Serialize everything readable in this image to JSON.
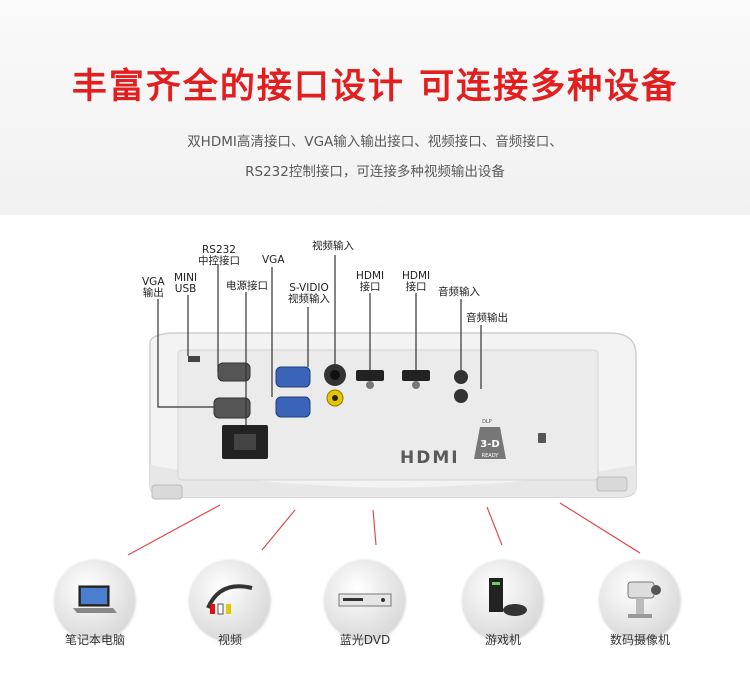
{
  "header": {
    "title": "丰富齐全的接口设计  可连接多种设备",
    "subtitle_line1": "双HDMI高清接口、VGA输入输出接口、视频接口、音频接口、",
    "subtitle_line2": "RS232控制接口，可连接多种视频输出设备"
  },
  "ports": {
    "vga_out": [
      "VGA",
      "输出"
    ],
    "mini_usb": [
      "MINI",
      "USB"
    ],
    "rs232": [
      "RS232",
      "中控接口"
    ],
    "power": "电源接口",
    "vga": "VGA",
    "svideo": [
      "S-VIDIO",
      "视频输入"
    ],
    "video_in": "视频输入",
    "hdmi1": [
      "HDMI",
      "接口"
    ],
    "hdmi2": [
      "HDMI",
      "接口"
    ],
    "audio_in": "音频输入",
    "audio_out": "音频输出"
  },
  "projector": {
    "brand_text": "HDMI",
    "badge_top": "3-D",
    "badge_bottom": "READY",
    "badge_corner": "DLP"
  },
  "devices": [
    {
      "label": "笔记本电脑",
      "icon": "laptop-icon"
    },
    {
      "label": "视频",
      "icon": "av-cable-icon"
    },
    {
      "label": "蓝光DVD",
      "icon": "dvd-player-icon"
    },
    {
      "label": "游戏机",
      "icon": "game-console-icon"
    },
    {
      "label": "数码摄像机",
      "icon": "camcorder-icon"
    }
  ],
  "colors": {
    "title": "#e31e1e",
    "pointer_line": "#e34a4a"
  }
}
